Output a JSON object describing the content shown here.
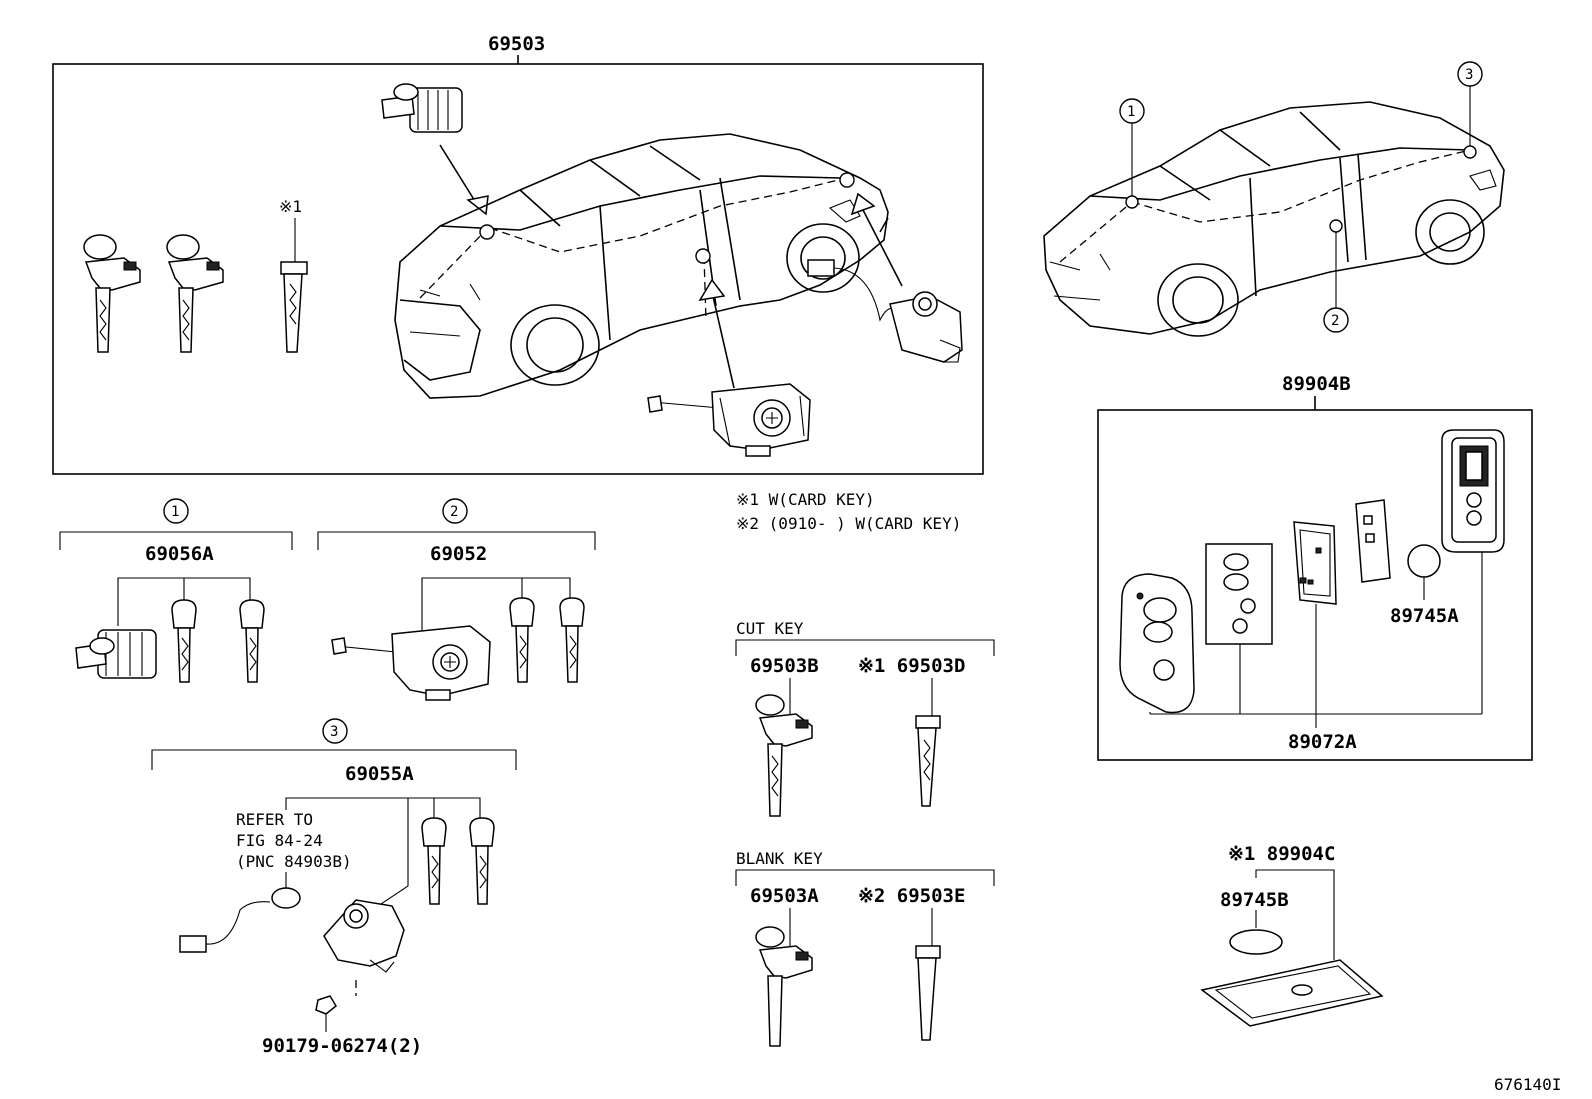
{
  "labels": {
    "main_assembly": "69503",
    "note_1": "※1 W(CARD KEY)",
    "note_2": "※2 (0910-   ) W(CARD KEY)",
    "remote_assembly": "89904B",
    "p69056a": "69056A",
    "p69052": "69052",
    "p69055a": "69055A",
    "refer_1": "REFER TO",
    "refer_2": "FIG 84-24",
    "refer_3": "(PNC 84903B)",
    "p90179": "90179-06274(2)",
    "cut_key": "CUT KEY",
    "blank_key": "BLANK KEY",
    "p69503b": "69503B",
    "p69503d": "※1 69503D",
    "p69503a": "69503A",
    "p69503e": "※2 69503E",
    "p89745a": "89745A",
    "p89072a": "89072A",
    "p89904c": "※1 89904C",
    "p89745b": "89745B",
    "mark_1": "※1",
    "c1": "1",
    "c2": "2",
    "c3": "3",
    "figure_id": "676140I"
  }
}
